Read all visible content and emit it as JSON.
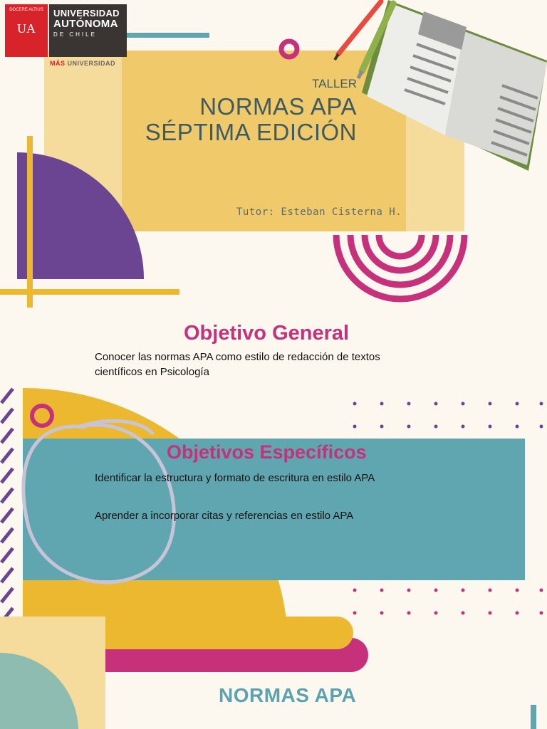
{
  "logo": {
    "initials": "UA",
    "crest_text": "DOCERE ALTIUS",
    "line1": "UNIVERSIDAD",
    "line2": "AUTÓNOMA",
    "line3": "DE CHILE",
    "tagline_accent": "MÁS",
    "tagline_rest": " UNIVERSIDAD"
  },
  "header": {
    "kicker": "TALLER",
    "title_line1": "NORMAS APA",
    "title_line2": "SÉPTIMA EDICIÓN",
    "tutor": "Tutor: Esteban Cisterna H."
  },
  "general": {
    "heading": "Objetivo General",
    "text_line1": "Conocer las normas APA como estilo de redacción de textos",
    "text_line2": "científicos en Psicología"
  },
  "specific": {
    "heading": "Objetivos Específicos",
    "item1": "Identificar la estructura y formato de escritura en estilo APA",
    "item2": "Aprender a incorporar citas y referencias en estilo APA"
  },
  "footer": {
    "label": "NORMAS APA"
  },
  "colors": {
    "background": "#fdf8ef",
    "yellow": "#efc96a",
    "gold": "#ecb82f",
    "purple": "#6b4592",
    "magenta": "#c7307a",
    "teal": "#5fa6b1",
    "title": "#3e5a63"
  }
}
